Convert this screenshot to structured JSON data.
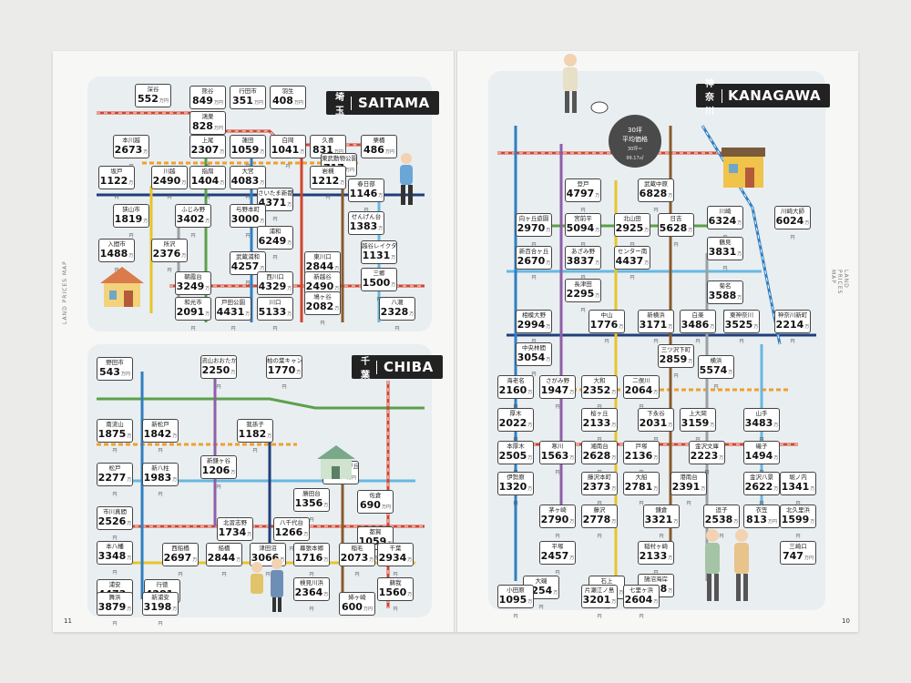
{
  "spread": {
    "left_page_number": "11",
    "right_page_number": "10",
    "side_label": "LAND PRICES MAP"
  },
  "colors": {
    "panel_bg": "#e9eef1",
    "line_red": "#d2442e",
    "line_blue": "#2f7fc1",
    "line_green": "#5aa14a",
    "line_orange": "#f0a02a",
    "line_navy": "#1f3f7a",
    "line_skyblue": "#67b8e0",
    "line_brown": "#8a5a2b",
    "line_yellow": "#e8c42a",
    "line_purple": "#8e5fa8",
    "line_gray": "#9aa0a4"
  },
  "unit_label": "万円",
  "saitama": {
    "title_jp": "埼玉",
    "title_en": "SAITAMA",
    "stations": [
      {
        "name": "深谷",
        "price": "552"
      },
      {
        "name": "熊谷",
        "price": "849"
      },
      {
        "name": "行田市",
        "price": "351"
      },
      {
        "name": "羽生",
        "price": "408"
      },
      {
        "name": "鴻巣",
        "price": "828"
      },
      {
        "name": "本川越",
        "price": "2673"
      },
      {
        "name": "上尾",
        "price": "2307"
      },
      {
        "name": "蓮田",
        "price": "1059"
      },
      {
        "name": "白岡",
        "price": "1041"
      },
      {
        "name": "久喜",
        "price": "831"
      },
      {
        "name": "栗橋",
        "price": "486"
      },
      {
        "name": "東武動物公園",
        "price": "717"
      },
      {
        "name": "坂戸",
        "price": "1122"
      },
      {
        "name": "川越",
        "price": "2490"
      },
      {
        "name": "指扇",
        "price": "1404"
      },
      {
        "name": "大宮",
        "price": "4083"
      },
      {
        "name": "岩槻",
        "price": "1212"
      },
      {
        "name": "春日部",
        "price": "1146"
      },
      {
        "name": "さいたま新都心",
        "price": "4371"
      },
      {
        "name": "狭山市",
        "price": "1819"
      },
      {
        "name": "ふじみ野",
        "price": "3402"
      },
      {
        "name": "与野本町",
        "price": "3000"
      },
      {
        "name": "せんげん台",
        "price": "1383"
      },
      {
        "name": "入間市",
        "price": "1488"
      },
      {
        "name": "所沢",
        "price": "2376"
      },
      {
        "name": "浦和",
        "price": "6249"
      },
      {
        "name": "武蔵浦和",
        "price": "4257"
      },
      {
        "name": "東川口",
        "price": "2844"
      },
      {
        "name": "越谷レイクタウン",
        "price": "1131"
      },
      {
        "name": "朝霞台",
        "price": "3249"
      },
      {
        "name": "西川口",
        "price": "4329"
      },
      {
        "name": "新越谷",
        "price": "2490"
      },
      {
        "name": "三郷",
        "price": "1500"
      },
      {
        "name": "和光市",
        "price": "2091"
      },
      {
        "name": "戸田公園",
        "price": "4431"
      },
      {
        "name": "川口",
        "price": "5133"
      },
      {
        "name": "鳩ヶ谷",
        "price": "2082"
      },
      {
        "name": "八潮",
        "price": "2328"
      }
    ]
  },
  "chiba": {
    "title_jp": "千葉",
    "title_en": "CHIBA",
    "stations": [
      {
        "name": "野田市",
        "price": "543"
      },
      {
        "name": "流山おおたかの森",
        "price": "2250"
      },
      {
        "name": "柏の葉キャンパス",
        "price": "1770"
      },
      {
        "name": "南流山",
        "price": "1875"
      },
      {
        "name": "新松戸",
        "price": "1842"
      },
      {
        "name": "我孫子",
        "price": "1182"
      },
      {
        "name": "松戸",
        "price": "2277"
      },
      {
        "name": "新八柱",
        "price": "1983"
      },
      {
        "name": "新鎌ヶ谷",
        "price": "1206"
      },
      {
        "name": "ユーカリが丘",
        "price": "711"
      },
      {
        "name": "佐倉",
        "price": "690"
      },
      {
        "name": "勝田台",
        "price": "1356"
      },
      {
        "name": "都賀",
        "price": "1059"
      },
      {
        "name": "市川真間",
        "price": "2526"
      },
      {
        "name": "北習志野",
        "price": "1734"
      },
      {
        "name": "八千代台",
        "price": "1266"
      },
      {
        "name": "本八幡",
        "price": "3348"
      },
      {
        "name": "西船橋",
        "price": "2697"
      },
      {
        "name": "船橋",
        "price": "2844"
      },
      {
        "name": "津田沼",
        "price": "3066"
      },
      {
        "name": "幕張本郷",
        "price": "1716"
      },
      {
        "name": "稲毛",
        "price": "2073"
      },
      {
        "name": "千葉",
        "price": "2934"
      },
      {
        "name": "浦安",
        "price": "4473"
      },
      {
        "name": "行徳",
        "price": "4281"
      },
      {
        "name": "検見川浜",
        "price": "2364"
      },
      {
        "name": "蘇我",
        "price": "1560"
      },
      {
        "name": "舞浜",
        "price": "3879"
      },
      {
        "name": "新浦安",
        "price": "3198"
      },
      {
        "name": "姉ヶ崎",
        "price": "600"
      }
    ]
  },
  "kanagawa": {
    "title_jp": "神奈川",
    "title_en": "KANAGAWA",
    "bubble": {
      "line1": "30坪",
      "line2": "平均価格",
      "line3": "30坪＝",
      "line4": "99.17㎡"
    },
    "stations": [
      {
        "name": "登戸",
        "price": "4797"
      },
      {
        "name": "武蔵中原",
        "price": "6828"
      },
      {
        "name": "向ヶ丘遊園",
        "price": "2970"
      },
      {
        "name": "宮前平",
        "price": "5094"
      },
      {
        "name": "北山田",
        "price": "2925"
      },
      {
        "name": "日吉",
        "price": "5628"
      },
      {
        "name": "川崎",
        "price": "6324"
      },
      {
        "name": "川崎大師",
        "price": "6024"
      },
      {
        "name": "新百合ヶ丘",
        "price": "2670"
      },
      {
        "name": "あざみ野",
        "price": "3837"
      },
      {
        "name": "センター南",
        "price": "4437"
      },
      {
        "name": "鶴見",
        "price": "3831"
      },
      {
        "name": "長津田",
        "price": "2295"
      },
      {
        "name": "菊名",
        "price": "3588"
      },
      {
        "name": "相模大野",
        "price": "2994"
      },
      {
        "name": "中山",
        "price": "1776"
      },
      {
        "name": "新横浜",
        "price": "3171"
      },
      {
        "name": "白楽",
        "price": "3486"
      },
      {
        "name": "東神奈川",
        "price": "3525"
      },
      {
        "name": "神奈川新町",
        "price": "2214"
      },
      {
        "name": "中央林間",
        "price": "3054"
      },
      {
        "name": "三ツ沢下町",
        "price": "2859"
      },
      {
        "name": "横浜",
        "price": "5574"
      },
      {
        "name": "海老名",
        "price": "2160"
      },
      {
        "name": "さがみ野",
        "price": "1947"
      },
      {
        "name": "大和",
        "price": "2352"
      },
      {
        "name": "二俣川",
        "price": "2064"
      },
      {
        "name": "厚木",
        "price": "2022"
      },
      {
        "name": "桜ヶ丘",
        "price": "2133"
      },
      {
        "name": "下永谷",
        "price": "2031"
      },
      {
        "name": "上大岡",
        "price": "3159"
      },
      {
        "name": "山手",
        "price": "3483"
      },
      {
        "name": "本厚木",
        "price": "2505"
      },
      {
        "name": "寒川",
        "price": "1563"
      },
      {
        "name": "湘南台",
        "price": "2628"
      },
      {
        "name": "戸塚",
        "price": "2136"
      },
      {
        "name": "磯子",
        "price": "1494"
      },
      {
        "name": "伊勢原",
        "price": "1320"
      },
      {
        "name": "藤沢本町",
        "price": "2373"
      },
      {
        "name": "大船",
        "price": "2781"
      },
      {
        "name": "港南台",
        "price": "2391"
      },
      {
        "name": "金沢文庫",
        "price": "2223"
      },
      {
        "name": "金沢八景",
        "price": "2622"
      },
      {
        "name": "堀ノ内",
        "price": "1341"
      },
      {
        "name": "茅ヶ崎",
        "price": "2790"
      },
      {
        "name": "藤沢",
        "price": "2778"
      },
      {
        "name": "鎌倉",
        "price": "3321"
      },
      {
        "name": "逗子",
        "price": "2538"
      },
      {
        "name": "衣笠",
        "price": "813"
      },
      {
        "name": "北久里浜",
        "price": "1599"
      },
      {
        "name": "平塚",
        "price": "2457"
      },
      {
        "name": "三崎口",
        "price": "747"
      },
      {
        "name": "大磯",
        "price": "1254"
      },
      {
        "name": "石上",
        "price": "3219"
      },
      {
        "name": "鵠沼海岸",
        "price": "2928"
      },
      {
        "name": "稲村ヶ崎",
        "price": "2133"
      },
      {
        "name": "小田原",
        "price": "1095"
      },
      {
        "name": "片瀬江ノ島",
        "price": "3201"
      },
      {
        "name": "七里ヶ浜",
        "price": "2604"
      }
    ]
  }
}
